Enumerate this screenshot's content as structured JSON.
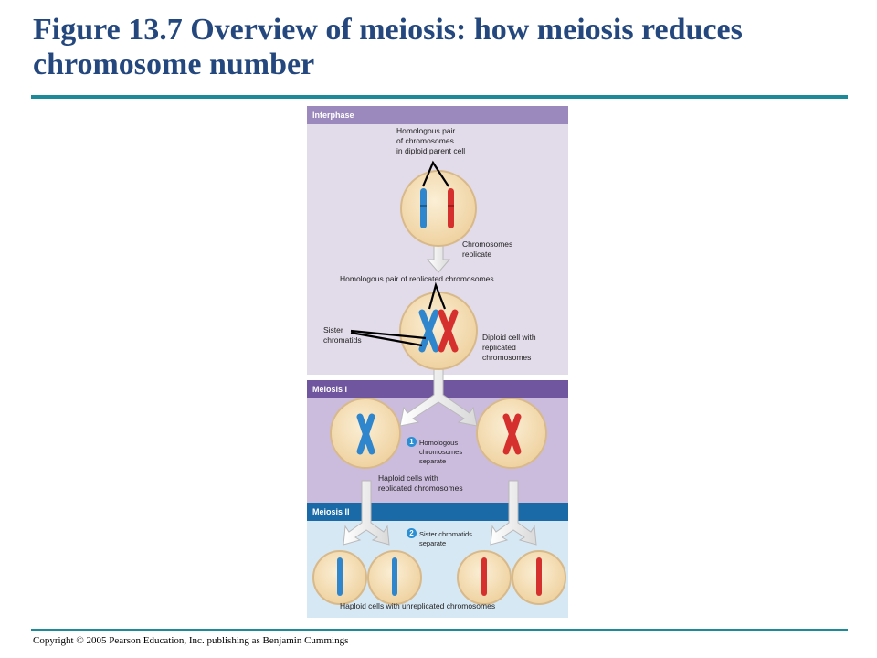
{
  "slide": {
    "title": "Figure 13.7 Overview of meiosis: how meiosis reduces chromosome number",
    "footer": "Copyright © 2005 Pearson Education, Inc. publishing as Benjamin Cummings"
  },
  "bands": {
    "interphase": "Interphase",
    "meiosis1": "Meiosis I",
    "meiosis2": "Meiosis II"
  },
  "labels": {
    "homologous_pair": "Homologous pair\nof chromosomes\nin diploid parent cell",
    "chromosomes_replicate": "Chromosomes\nreplicate",
    "homologous_pair_replicated": "Homologous pair of replicated chromosomes",
    "sister_chromatids": "Sister\nchromatids",
    "diploid_cell": "Diploid cell with\nreplicated\nchromosomes",
    "homologous_separate": "Homologous\nchromosomes\nseparate",
    "haploid_replicated": "Haploid cells with\nreplicated chromosomes",
    "sister_separate": "Sister chromatids\nseparate",
    "haploid_unreplicated": "Haploid cells with unreplicated chromosomes"
  },
  "steps": {
    "one": "1",
    "two": "2"
  },
  "colors": {
    "title": "#24487e",
    "rule": "#1d8a9a",
    "interphase_bg": "#e2dbe9",
    "interphase_head": "#9b89bd",
    "meiosis1_bg": "#cbbcdd",
    "meiosis1_head": "#6f569e",
    "meiosis2_bg": "#d7e8f5",
    "meiosis2_head": "#1b6aa8",
    "cell_fill": "#f5dfb8",
    "cell_edge": "#d8b98a",
    "chromosome_blue": "#2f86cc",
    "chromosome_red": "#d6302e"
  }
}
